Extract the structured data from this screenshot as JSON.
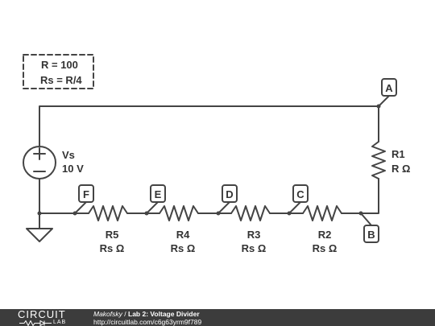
{
  "parameters": {
    "line1": "R = 100",
    "line2": "Rs = R/4"
  },
  "source": {
    "name": "Vs",
    "value": "10 V"
  },
  "resistors": [
    {
      "id": "R1",
      "value": "R Ω"
    },
    {
      "id": "R5",
      "value": "Rs Ω"
    },
    {
      "id": "R4",
      "value": "Rs Ω"
    },
    {
      "id": "R3",
      "value": "Rs Ω"
    },
    {
      "id": "R2",
      "value": "Rs Ω"
    }
  ],
  "nodes": [
    "A",
    "B",
    "C",
    "D",
    "E",
    "F"
  ],
  "footer": {
    "logo_top": "CIRCUIT",
    "logo_bottom": "LAB",
    "author": "Makofsky",
    "separator": " / ",
    "title": "Lab 2: Voltage Divider",
    "url": "http://circuitlab.com/c6g63yrm9f789"
  },
  "colors": {
    "wire": "#444444",
    "label_fill": "#ffffff",
    "footer_bg": "#3c3c3c"
  }
}
